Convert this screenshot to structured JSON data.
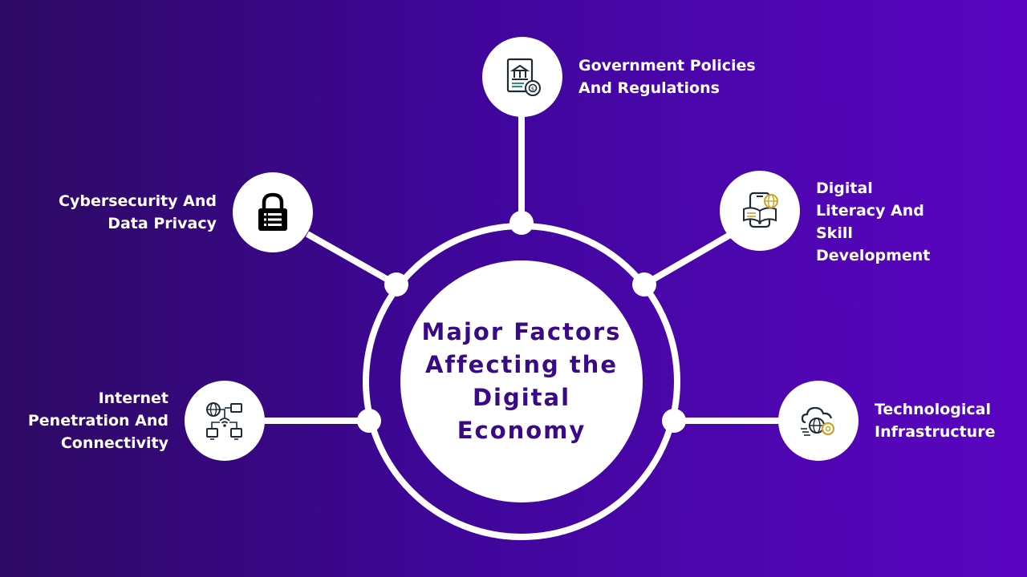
{
  "center": {
    "title": "Major Factors Affecting the Digital Economy"
  },
  "factors": [
    {
      "id": "government",
      "label": "Government Policies And Regulations",
      "icon": "government-document-icon"
    },
    {
      "id": "digital-literacy",
      "label": "Digital Literacy And Skill Development",
      "icon": "mobile-globe-book-icon"
    },
    {
      "id": "technological",
      "label": "Technological Infrastructure",
      "icon": "cloud-globe-gear-icon"
    },
    {
      "id": "internet",
      "label": "Internet Penetration And Connectivity",
      "icon": "network-globe-wifi-icon"
    },
    {
      "id": "cybersecurity",
      "label": "Cybersecurity And Data Privacy",
      "icon": "padlock-icon"
    }
  ],
  "colors": {
    "background_start": "#2d0a63",
    "background_end": "#5a05c2",
    "title_color": "#3a0a86",
    "line_color": "#ffffff",
    "icon_dark": "#1d2a36",
    "icon_accent": "#c9a227"
  }
}
